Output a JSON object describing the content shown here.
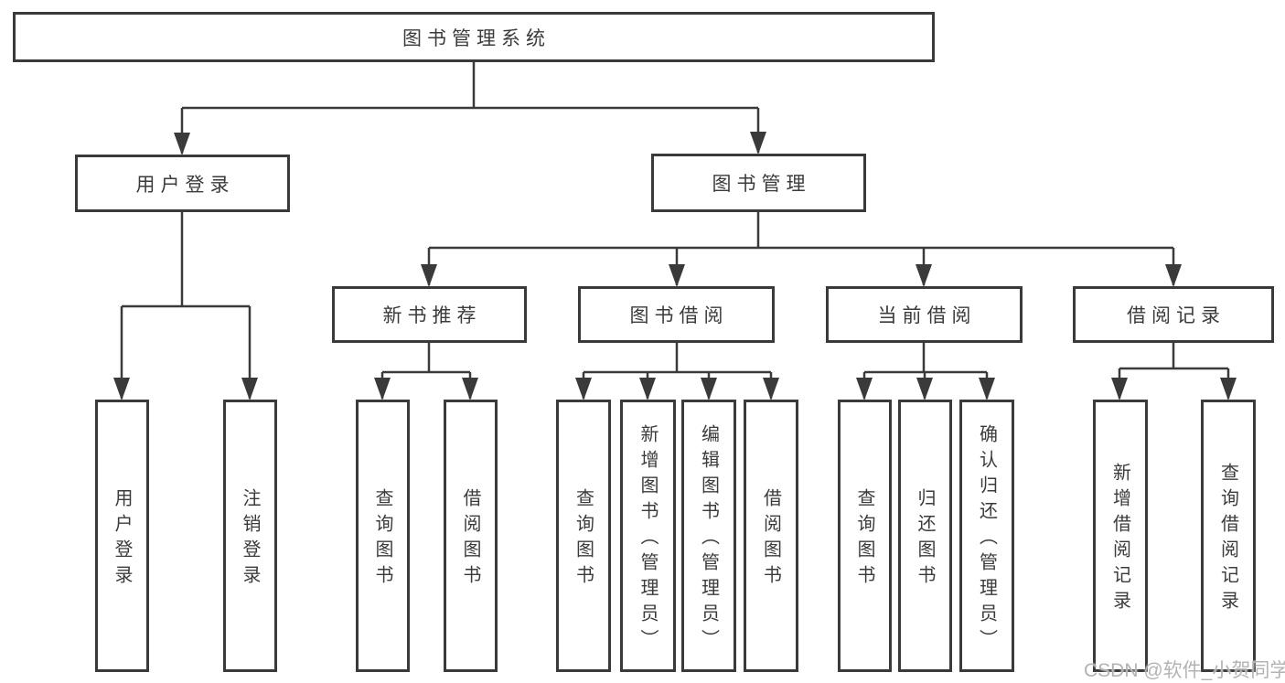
{
  "tree": {
    "label": "图书管理系统",
    "children": [
      {
        "label": "用户登录",
        "children": [
          {
            "label": "用户登录"
          },
          {
            "label": "注销登录"
          }
        ]
      },
      {
        "label": "图书管理",
        "children": [
          {
            "label": "新书推荐",
            "children": [
              {
                "label": "查询图书"
              },
              {
                "label": "借阅图书"
              }
            ]
          },
          {
            "label": "图书借阅",
            "children": [
              {
                "label": "查询图书"
              },
              {
                "label": "新增图书（管理员）"
              },
              {
                "label": "编辑图书（管理员）"
              },
              {
                "label": "借阅图书"
              }
            ]
          },
          {
            "label": "当前借阅",
            "children": [
              {
                "label": "查询图书"
              },
              {
                "label": "归还图书"
              },
              {
                "label": "确认归还（管理员）"
              }
            ]
          },
          {
            "label": "借阅记录",
            "children": [
              {
                "label": "新增借阅记录"
              },
              {
                "label": "查询借阅记录"
              }
            ]
          }
        ]
      }
    ]
  },
  "watermark": {
    "text": "CSDN @软件_小贺同学"
  },
  "colors": {
    "line": "#3a3a3a",
    "box_border": "#3a3a3a",
    "text": "#3b3b3b",
    "watermark": "#b3b3b3",
    "background": "#ffffff"
  }
}
